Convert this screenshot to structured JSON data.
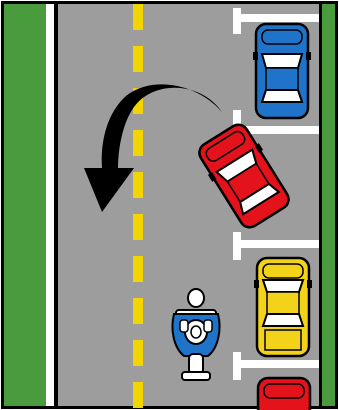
{
  "scene": {
    "description_items": [
      "road",
      "grass-left",
      "grass-right",
      "parking-lines",
      "center-line",
      "arrow",
      "blue-car",
      "red-car",
      "yellow-car",
      "partial-red-car",
      "motorcycle"
    ],
    "colors": {
      "border": "#000000",
      "grass": "#4a9a3e",
      "road": "#9d9d9d",
      "center_line": "#f2d400",
      "white_line": "#ffffff",
      "arrow": "#000000",
      "blue_car": "#1f73c8",
      "red_car": "#e3121b",
      "yellow_car": "#f3d31a",
      "motorcycle_rider": "#1f73c8",
      "motorcycle_body": "#ffffff"
    }
  }
}
